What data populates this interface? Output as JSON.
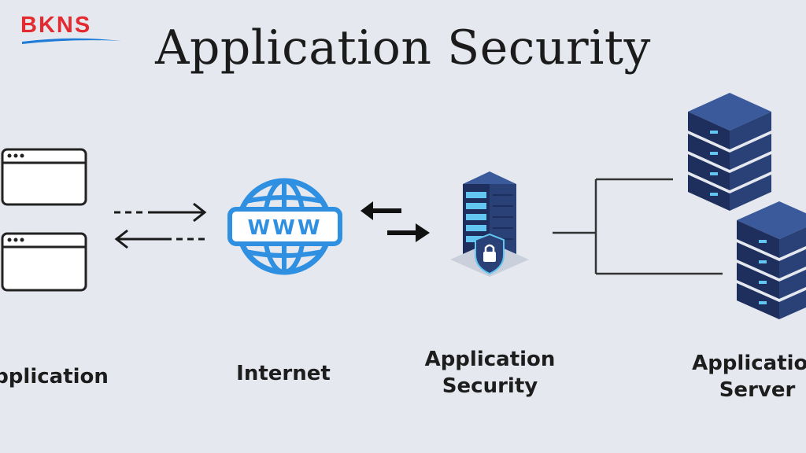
{
  "brand": {
    "logo_text": "BKNS",
    "logo_color": "#e22a2f",
    "swoosh_color": "#1f7bd6"
  },
  "title": "Application Security",
  "nodes": {
    "application": {
      "label_lines": [
        "Application"
      ]
    },
    "internet": {
      "label_lines": [
        "Internet"
      ],
      "icon_text": "WWW"
    },
    "security": {
      "label_lines": [
        "Application",
        "Security"
      ]
    },
    "server": {
      "label_lines": [
        "Application",
        "Server"
      ]
    }
  },
  "colors": {
    "background": "#e5e9ef",
    "globe": "#2f8fe0",
    "server_dark": "#1e2f5e",
    "server_light": "#3a5a9b",
    "server_led": "#63c6f0",
    "line": "#333333"
  }
}
